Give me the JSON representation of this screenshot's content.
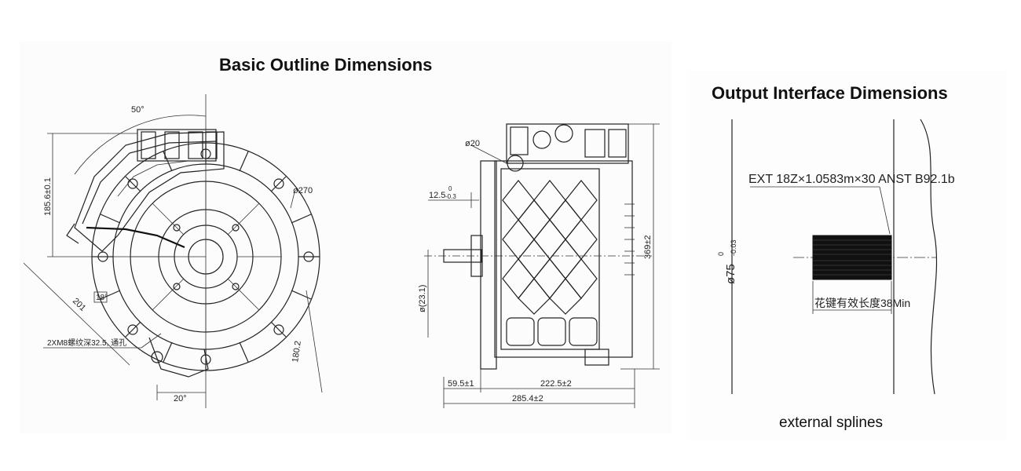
{
  "basic_outline": {
    "title": "Basic Outline Dimensions",
    "front_view": {
      "angle_top": "50°",
      "angle_bottom": "20°",
      "height_flange": "185.6±0.1",
      "diameter": "ø270",
      "radius": "201",
      "hole_callout": "18°",
      "bolt_note": "2XM8螺纹深32.5, 通孔",
      "height_lower": "180.2"
    },
    "side_view": {
      "hole_diameter": "ø20",
      "shaft_offset": "12.5",
      "shaft_offset_tol": "-0.3",
      "shaft_offset_tol_upper": "0",
      "height_total": "369±2",
      "shaft_diameter": "ø(23.1)",
      "dim_a": "59.5±1",
      "dim_b": "222.5±2",
      "dim_total": "285.4±2"
    }
  },
  "output_interface": {
    "title": "Output Interface Dimensions",
    "spline_spec": "EXT 18Z×1.0583m×30 ANST B92.1b",
    "diameter": "ø75",
    "diameter_tol_upper": "0",
    "diameter_tol_lower": "-0.03",
    "spline_length_note": "花键有效长度38Min",
    "caption": "external splines"
  }
}
